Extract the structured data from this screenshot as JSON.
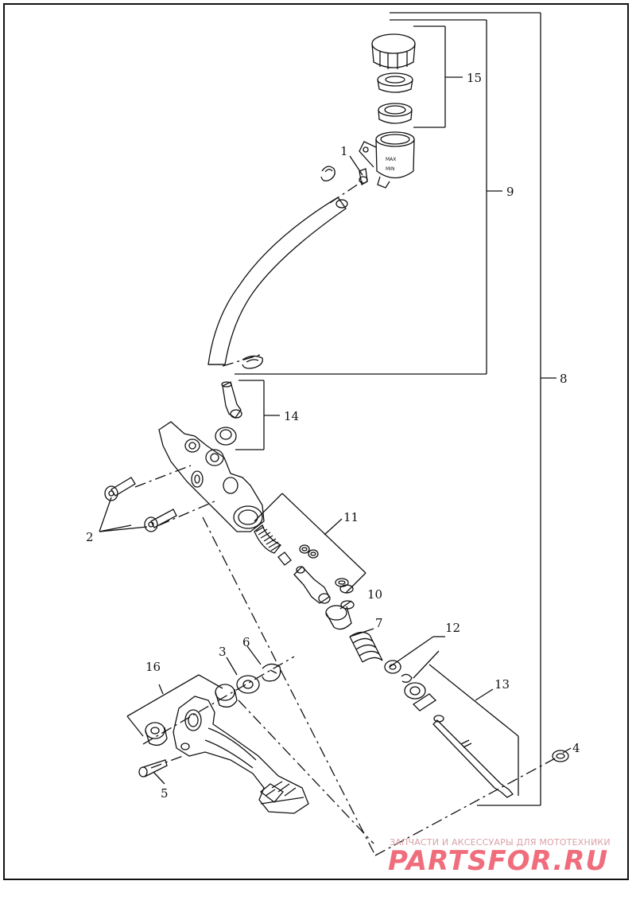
{
  "callouts": {
    "c1": "1",
    "c2": "2",
    "c3": "3",
    "c4": "4",
    "c5": "5",
    "c6": "6",
    "c7": "7",
    "c8": "8",
    "c9": "9",
    "c10": "10",
    "c11": "11",
    "c12": "12",
    "c13": "13",
    "c14": "14",
    "c15": "15",
    "c16": "16"
  },
  "reservoir": {
    "max_mark": "MAX",
    "min_mark": "MIN"
  },
  "watermark": {
    "tagline": "ЗАПЧАСТИ И АКСЕССУАРЫ ДЛЯ МОТОТЕХНИКИ",
    "brand": "PARTSFOR.RU"
  },
  "colors": {
    "line": "#111111",
    "watermark": "#f06d7c",
    "watermark_small": "#d9a0a6",
    "background": "#ffffff"
  }
}
